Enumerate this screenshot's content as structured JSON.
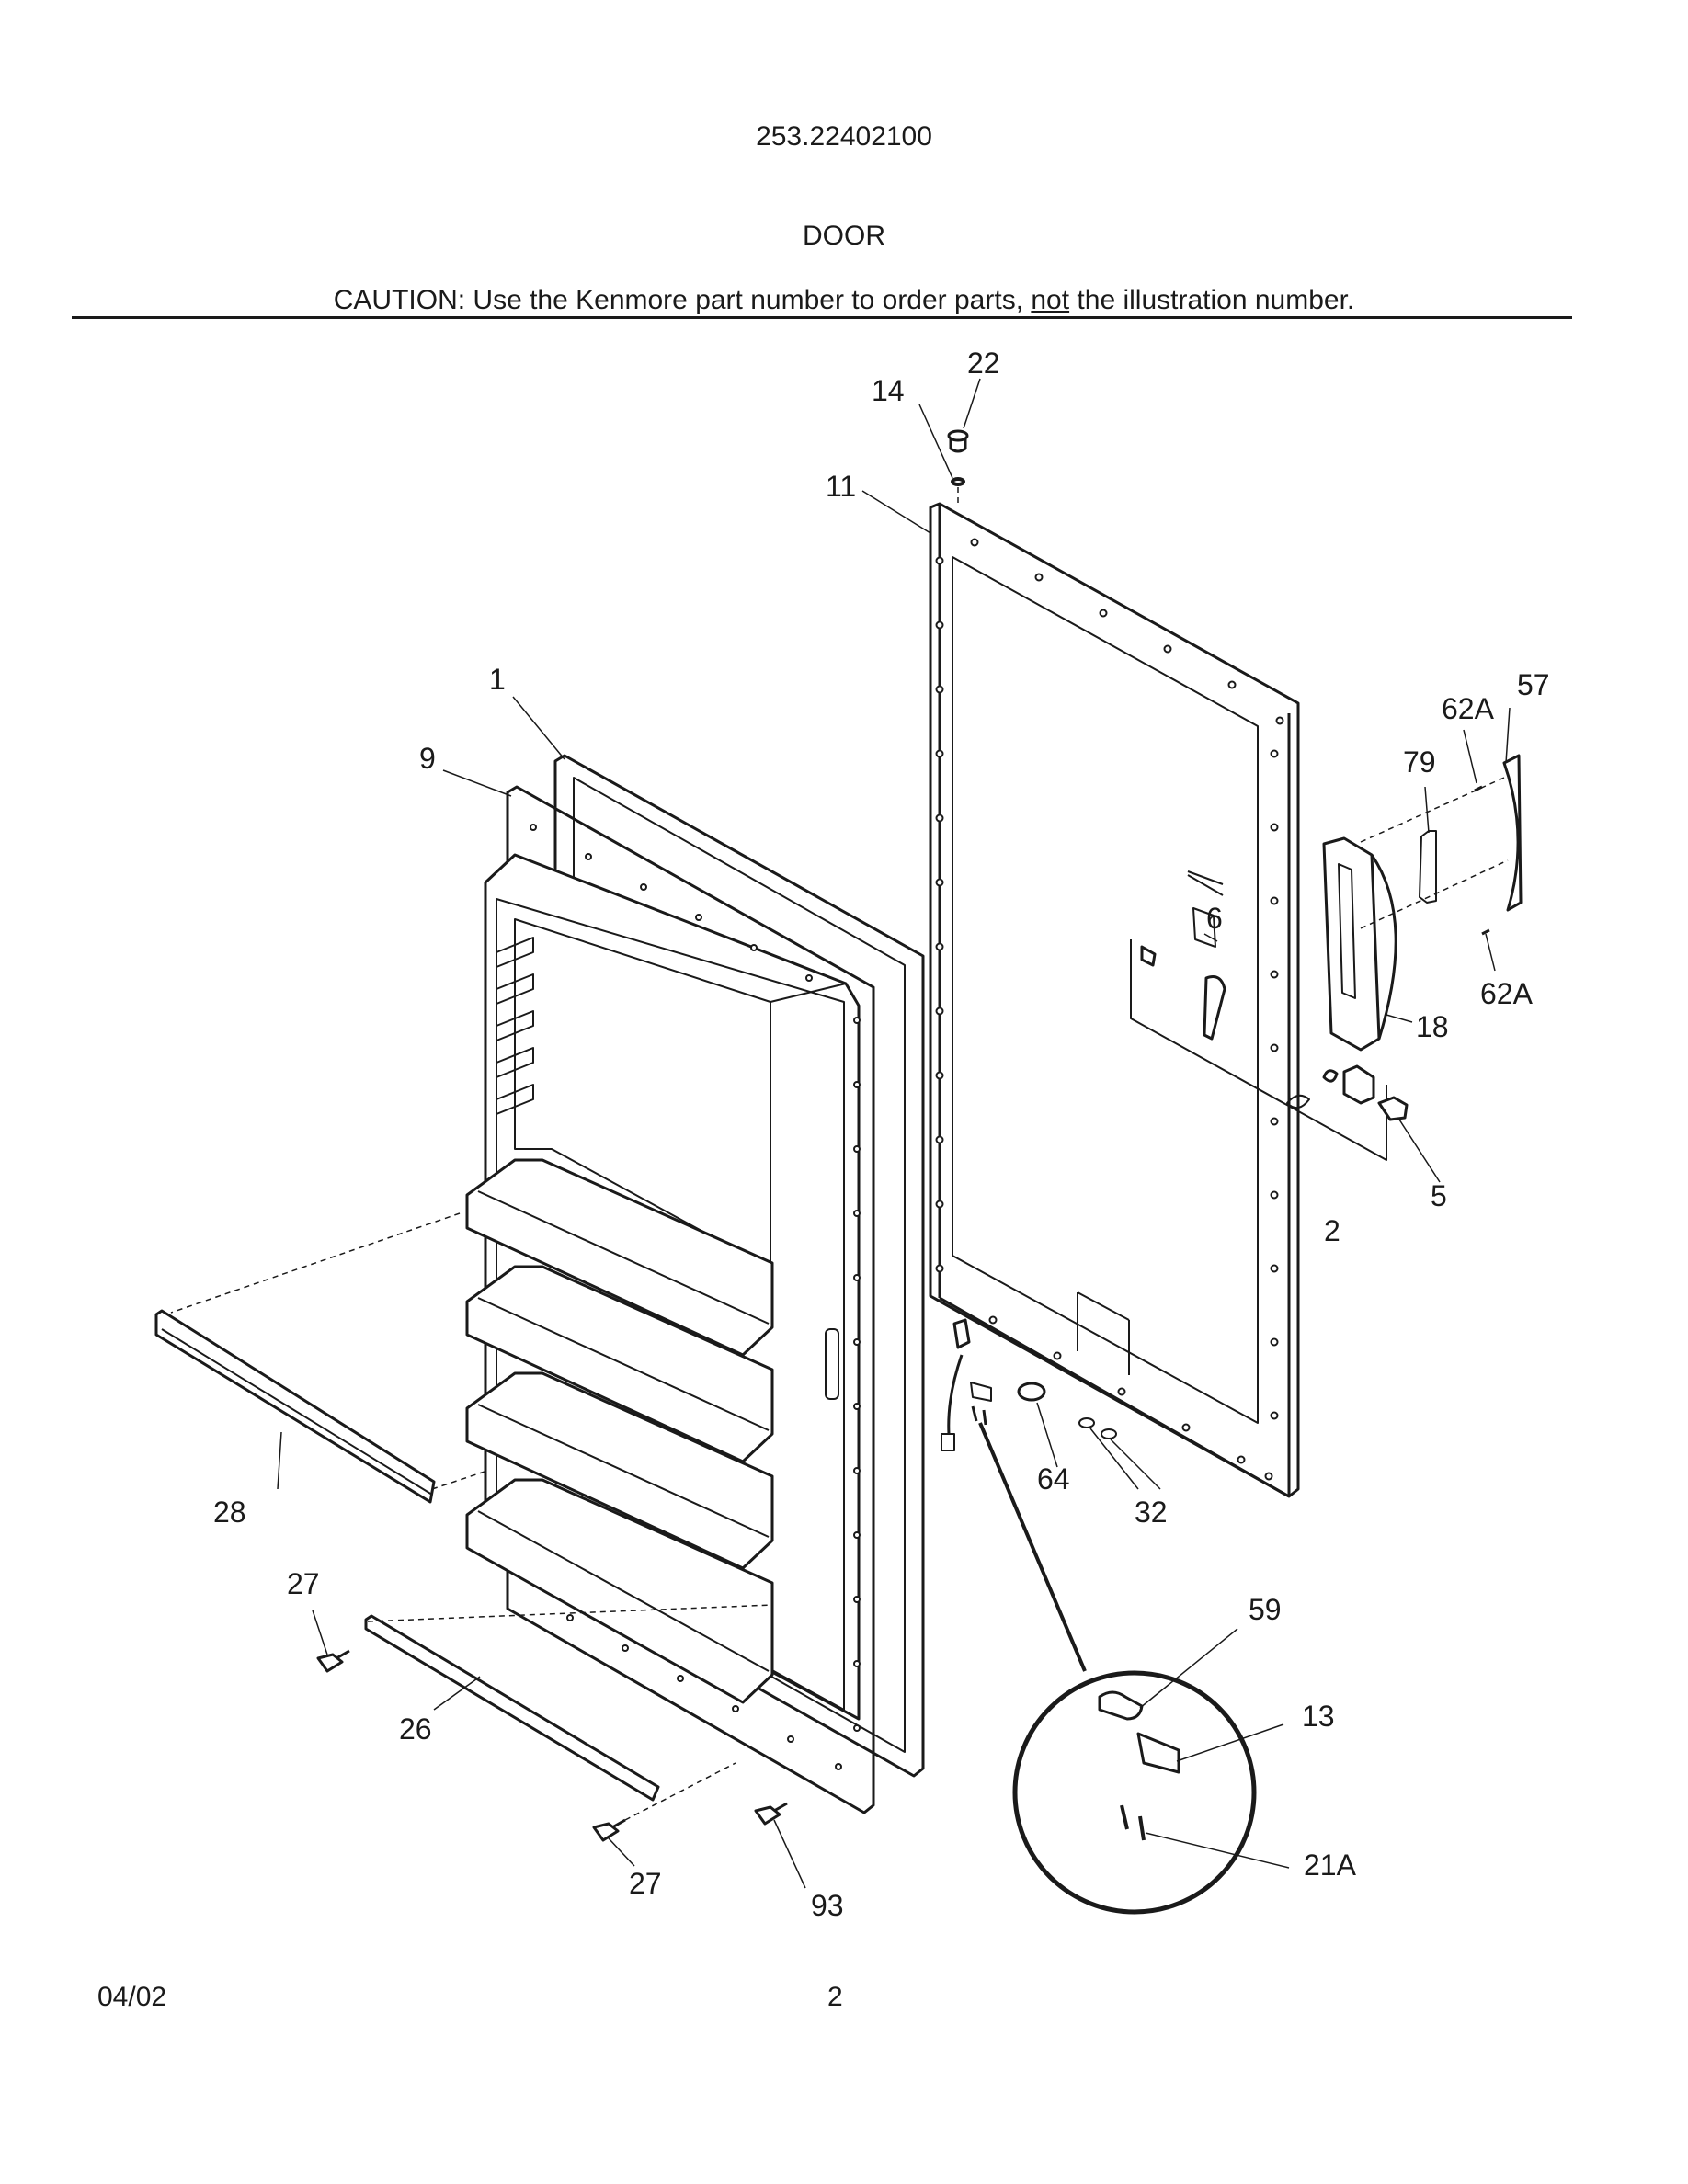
{
  "header": {
    "model_number": "253.22402100",
    "section_title": "DOOR",
    "caution_prefix": "CAUTION: Use the Kenmore part number to order parts, ",
    "caution_emphasis": "not",
    "caution_suffix": " the illustration number."
  },
  "callouts": [
    {
      "label": "22"
    },
    {
      "label": "14"
    },
    {
      "label": "11"
    },
    {
      "label": "1"
    },
    {
      "label": "9"
    },
    {
      "label": "62A"
    },
    {
      "label": "57"
    },
    {
      "label": "79"
    },
    {
      "label": "6"
    },
    {
      "label": "62A"
    },
    {
      "label": "18"
    },
    {
      "label": "5"
    },
    {
      "label": "2"
    },
    {
      "label": "28"
    },
    {
      "label": "64"
    },
    {
      "label": "32"
    },
    {
      "label": "27"
    },
    {
      "label": "59"
    },
    {
      "label": "13"
    },
    {
      "label": "26"
    },
    {
      "label": "21A"
    },
    {
      "label": "27"
    },
    {
      "label": "93"
    }
  ],
  "footer": {
    "date": "04/02",
    "page": "2"
  }
}
